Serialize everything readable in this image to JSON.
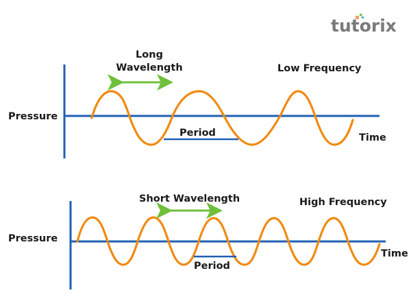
{
  "logo": {
    "text": "tutorix",
    "dot_colors": [
      "#f4a06a",
      "#7cc04a",
      "#4aa3df"
    ]
  },
  "colors": {
    "axis": "#1f5fb4",
    "wave": "#f08a10",
    "arrow": "#6fbf3a",
    "text": "#1a1a1a"
  },
  "panels": [
    {
      "id": "low",
      "wavelength_label_lines": [
        "Long",
        "Wavelength"
      ],
      "frequency_label": "Low Frequency",
      "y_axis_label": "Pressure",
      "x_axis_label": "Time",
      "period_label": "Period",
      "relative_frequency": 1
    },
    {
      "id": "high",
      "wavelength_label_lines": [
        "Short Wavelength"
      ],
      "frequency_label": "High Frequency",
      "y_axis_label": "Pressure",
      "x_axis_label": "Time",
      "period_label": "Period",
      "relative_frequency": 2
    }
  ]
}
